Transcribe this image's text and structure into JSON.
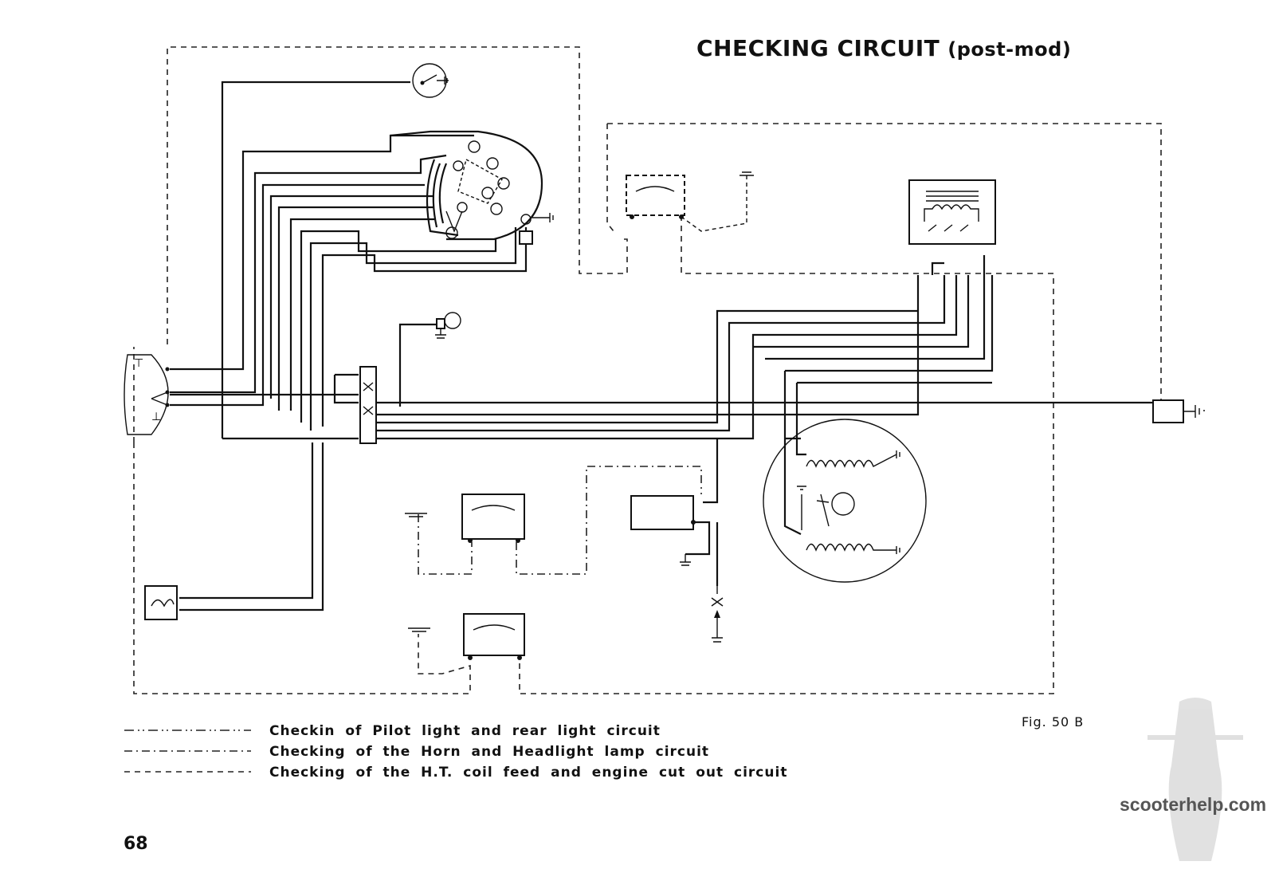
{
  "page": {
    "title": "CHECKING CIRCUIT",
    "title_suffix": "(post-mod)",
    "figure_label": "Fig. 50 B",
    "page_number": "68",
    "watermark": "scooterhelp.com"
  },
  "legend": [
    {
      "line_style": "dash-dot-dot",
      "text": "Checkin of Pilot light and rear light circuit"
    },
    {
      "line_style": "dash-dot",
      "text": "Checking of the Horn and Headlight lamp circuit"
    },
    {
      "line_style": "dashed",
      "text": "Checking of the H.T. coil feed and engine cut out circuit"
    }
  ],
  "colors": {
    "ink": "#111111",
    "paper": "#ffffff",
    "watermark": "#555555"
  },
  "components": [
    "headlamp-switch-unit",
    "horn-button",
    "cut-out-switch",
    "junction-block",
    "stator-flywheel-magneto",
    "voltage-regulator-box",
    "ht-coil",
    "spark-plug",
    "tail-light",
    "horn",
    "test-meters",
    "ground-symbols"
  ]
}
